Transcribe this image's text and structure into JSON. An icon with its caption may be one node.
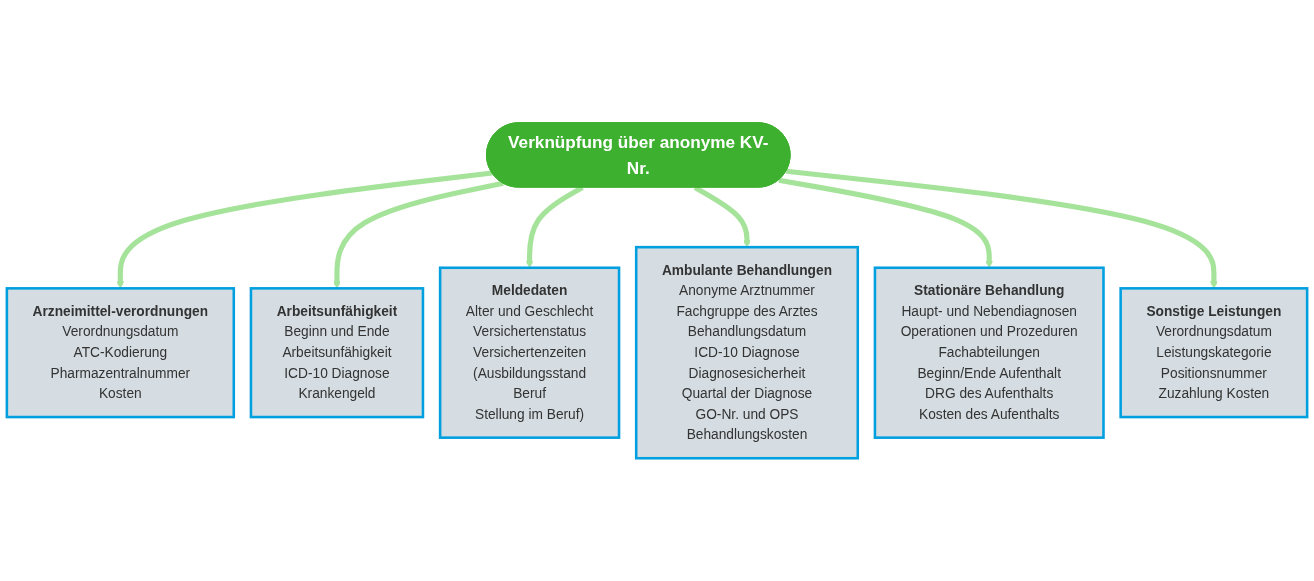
{
  "diagram": {
    "nodes": [
      {
        "text": [
          "Arzneimittel-verordnungen",
          "Verordnungsdatum",
          "ATC-Kodierung",
          "Pharmazentralnummer",
          "Kosten"
        ]
      },
      {
        "text": [
          "Verknüpfung über anonyme KV-Nr."
        ]
      },
      {
        "text": [
          "Arbeitsunfähigkeit",
          "Beginn und Ende",
          "Arbeitsunfähigkeit",
          "ICD-10 Diagnose",
          "Krankengeld"
        ]
      },
      {
        "text": [
          "Meldedaten",
          "Alter und Geschlecht",
          "Versichertenstatus",
          "Versichertenzeiten",
          "(Ausbildungsstand",
          "Beruf",
          "Stellung im Beruf)"
        ]
      },
      {
        "text": [
          "Ambulante Behandlungen",
          "Anonyme Arztnummer",
          "Fachgruppe des Arztes",
          "Behandlungsdatum",
          "ICD-10 Diagnose",
          "Diagnosesicherheit",
          "Quartal der Diagnose",
          "GO-Nr. und OPS",
          "Behandlungskosten"
        ]
      },
      {
        "text": [
          "Stationäre Behandlung",
          "Haupt- und Nebendiagnosen",
          "Operationen und Prozeduren",
          "Fachabteilungen",
          "Beginn/Ende Aufenthalt",
          "DRG des Aufenthalts",
          "Kosten des Aufenthalts"
        ]
      },
      {
        "text": [
          "Sonstige Leistungen",
          "Verordnungsdatum",
          "Leistungskategorie",
          "Positionsnummer",
          "Zuzahlung Kosten"
        ]
      }
    ],
    "edges": [
      {
        "from": 1,
        "to": 0,
        "arrow": "to"
      },
      {
        "from": 1,
        "to": 2,
        "arrow": "to"
      },
      {
        "from": 1,
        "to": 3,
        "arrow": "to"
      },
      {
        "from": 1,
        "to": 4,
        "arrow": "to"
      },
      {
        "from": 1,
        "to": 5,
        "arrow": "to"
      },
      {
        "from": 1,
        "to": 6,
        "arrow": "to"
      }
    ]
  }
}
